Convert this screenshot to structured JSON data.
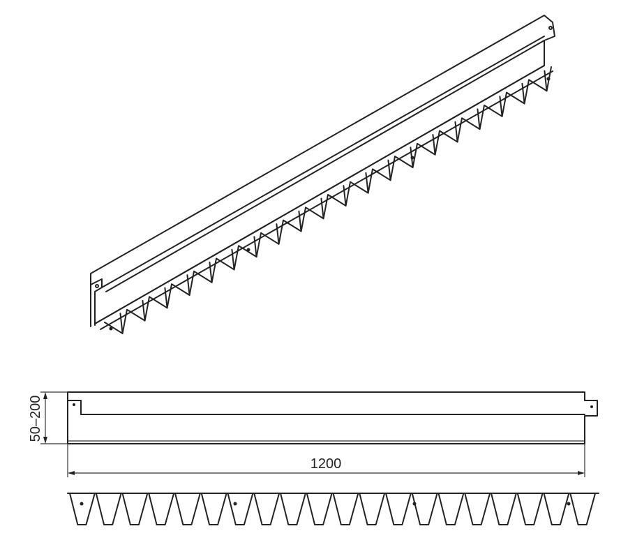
{
  "dimensions": {
    "height_label": "50–200",
    "length_label": "1200"
  },
  "product": {
    "tooth_count": 20,
    "mount_hole_count": 2
  }
}
